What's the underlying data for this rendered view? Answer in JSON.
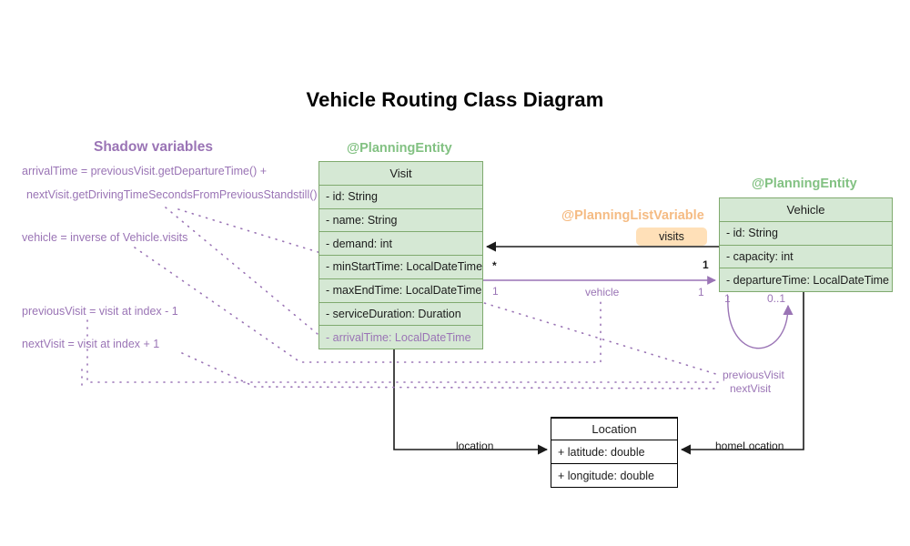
{
  "page": {
    "title": "Vehicle Routing Class Diagram"
  },
  "colors": {
    "entity_fill": "#d5e8d4",
    "entity_border": "#7faa6e",
    "stereotype_green": "#82c182",
    "stereotype_orange": "#f5bb83",
    "shadow_purple": "#9a74b5",
    "chip_fill": "#ffe0b8",
    "plain_border": "#000000",
    "background": "#ffffff"
  },
  "shadow_panel": {
    "heading": "Shadow variables",
    "notes": [
      "arrivalTime = previousVisit.getDepartureTime() +",
      "nextVisit.getDrivingTimeSecondsFromPreviousStandstill()",
      "vehicle = inverse of Vehicle.visits",
      "previousVisit = visit at index - 1",
      "nextVisit = visit at index + 1"
    ]
  },
  "classes": [
    {
      "id": "visit",
      "stereotype": "@PlanningEntity",
      "name": "Visit",
      "attributes": [
        {
          "text": "- id: String",
          "shadow": false
        },
        {
          "text": "- name: String",
          "shadow": false
        },
        {
          "text": "- demand: int",
          "shadow": false
        },
        {
          "text": "- minStartTime: LocalDateTime",
          "shadow": false
        },
        {
          "text": "- maxEndTime: LocalDateTime",
          "shadow": false
        },
        {
          "text": "- serviceDuration: Duration",
          "shadow": false
        },
        {
          "text": "- arrivalTime: LocalDateTime",
          "shadow": true
        }
      ]
    },
    {
      "id": "vehicle",
      "stereotype": "@PlanningEntity",
      "name": "Vehicle",
      "attributes": [
        {
          "text": "- id: String",
          "shadow": false
        },
        {
          "text": "- capacity: int",
          "shadow": false
        },
        {
          "text": "- departureTime: LocalDateTime",
          "shadow": false
        }
      ]
    },
    {
      "id": "location",
      "stereotype": "",
      "name": "Location",
      "attributes": [
        {
          "text": "+ latitude: double",
          "shadow": false
        },
        {
          "text": "+ longitude: double",
          "shadow": false
        }
      ]
    }
  ],
  "annotations": {
    "planning_list_variable": "@PlanningListVariable",
    "visits_chip": "visits"
  },
  "relations": {
    "visits": {
      "label": "visits",
      "source_mult": "*",
      "target_mult": "1"
    },
    "vehicle": {
      "label": "vehicle",
      "source_mult": "1",
      "target_mult": "1"
    },
    "previous_visit": {
      "label": "previousVisit"
    },
    "next_visit": {
      "label": "nextVisit"
    },
    "self_loop": {
      "source_mult": "1",
      "target_mult": "0..1"
    },
    "location": {
      "label": "location"
    },
    "home_location": {
      "label": "homeLocation"
    }
  }
}
